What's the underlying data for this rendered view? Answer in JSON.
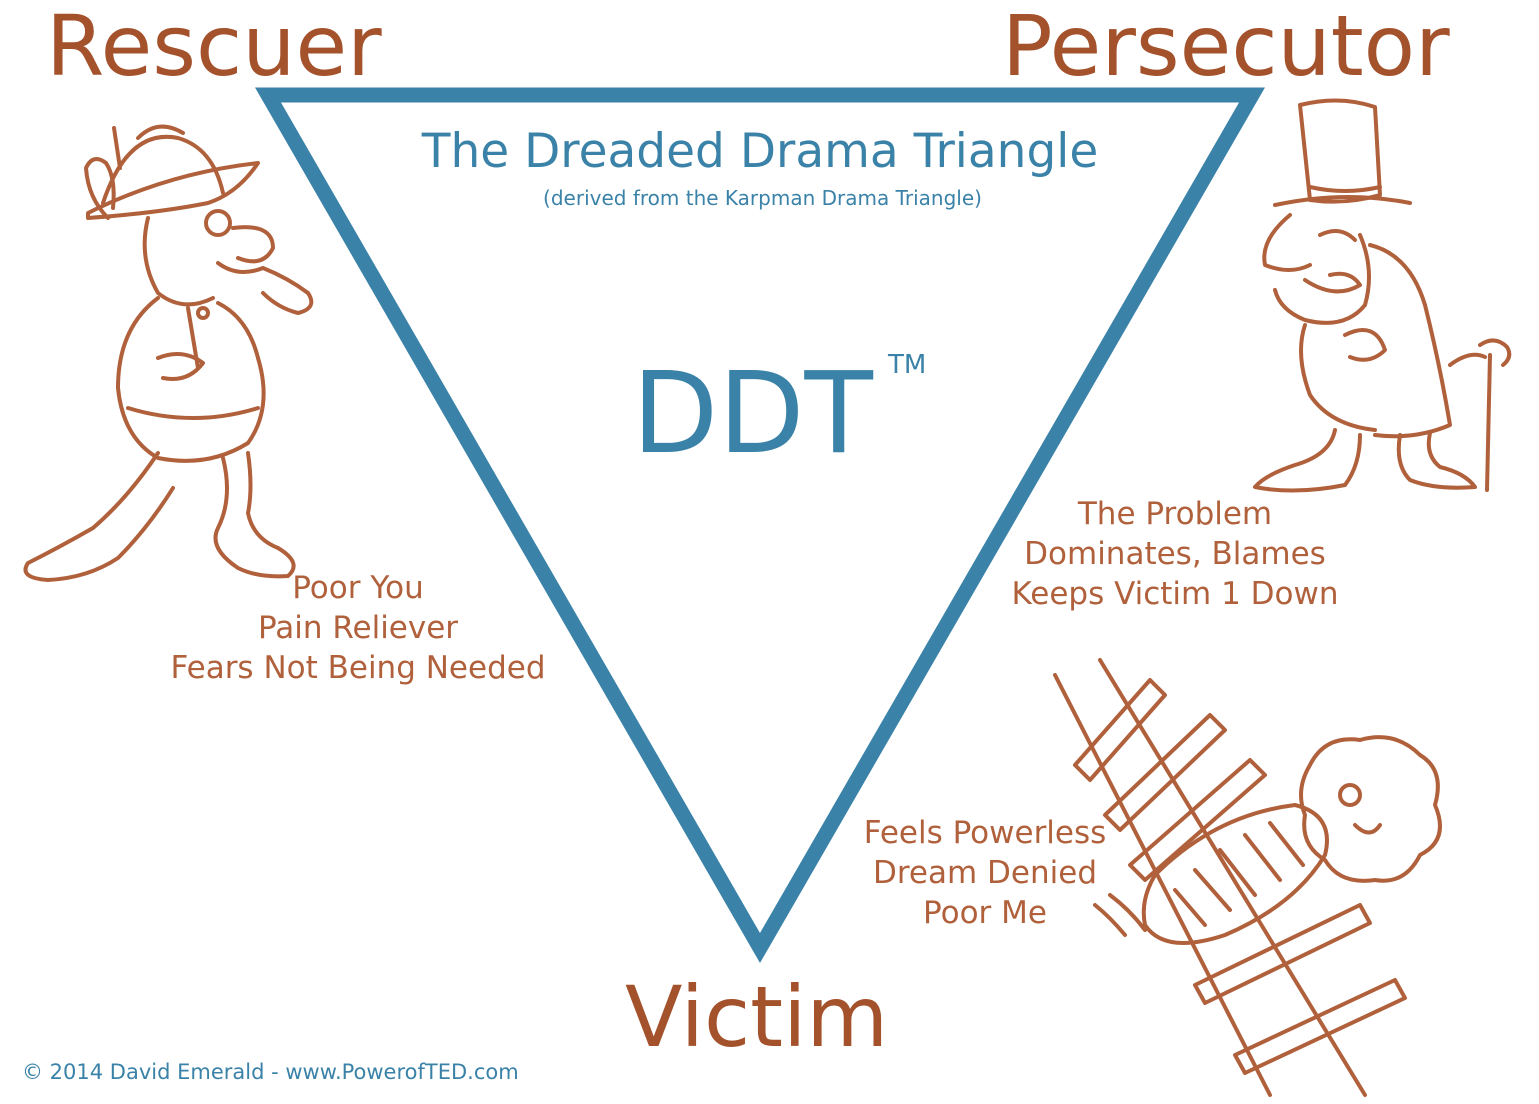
{
  "colors": {
    "triangle": "#3a82a8",
    "text_brown": "#a4522c",
    "line_brown": "#b0613c"
  },
  "roles": {
    "rescuer": "Rescuer",
    "persecutor": "Persecutor",
    "victim": "Victim"
  },
  "title": {
    "main": "The Dreaded Drama Triangle",
    "subtitle": "(derived from the Karpman Drama Triangle)"
  },
  "center": {
    "acronym": "DDT",
    "trademark": "TM"
  },
  "descriptions": {
    "rescuer": [
      "Poor You",
      "Pain Reliever",
      "Fears Not Being Needed"
    ],
    "persecutor": [
      "The Problem",
      "Dominates, Blames",
      "Keeps Victim 1 Down"
    ],
    "victim": [
      "Feels Powerless",
      "Dream Denied",
      "Poor Me"
    ]
  },
  "figures": {
    "rescuer": "mountie-figure",
    "persecutor": "villain-figure",
    "victim": "tied-to-tracks-figure"
  },
  "footer": {
    "copyright": "© 2014 David Emerald - www.PowerofTED.com"
  }
}
